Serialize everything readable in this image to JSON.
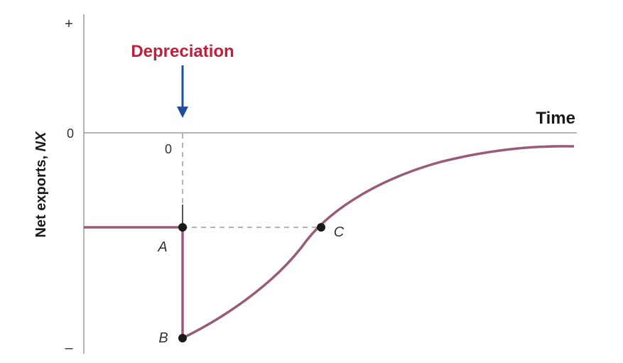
{
  "diagram": {
    "y_axis": {
      "label_prefix": "Net exports, ",
      "label_variable": "NX",
      "top_sign": "+",
      "zero_label": "0",
      "bottom_sign": "–"
    },
    "x_axis": {
      "label": "Time",
      "origin_label": "0"
    },
    "event": {
      "label": "Depreciation",
      "label_color": "#c41e3a",
      "arrow_color": "#1f4e9c"
    },
    "points": {
      "a": "A",
      "b": "B",
      "c": "C"
    },
    "curve_color": "#9b5a78"
  }
}
